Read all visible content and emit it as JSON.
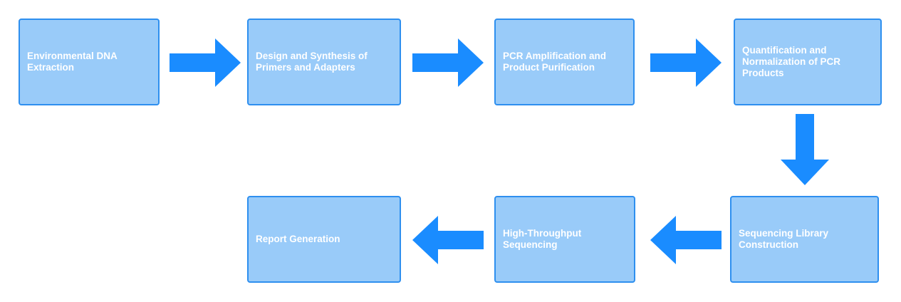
{
  "diagram": {
    "steps": [
      {
        "label": "Environmental DNA Extraction"
      },
      {
        "label": "Design and Synthesis of Primers and Adapters"
      },
      {
        "label": "PCR Amplification and Product Purification"
      },
      {
        "label": "Quantification and Normalization of PCR Products"
      },
      {
        "label": "Sequencing Library Construction"
      },
      {
        "label": "High-Throughput Sequencing"
      },
      {
        "label": "Report Generation"
      }
    ],
    "colors": {
      "box_fill": "#99cbf9",
      "box_border": "#2e8fef",
      "arrow": "#1a8cff",
      "text": "#ffffff"
    }
  }
}
